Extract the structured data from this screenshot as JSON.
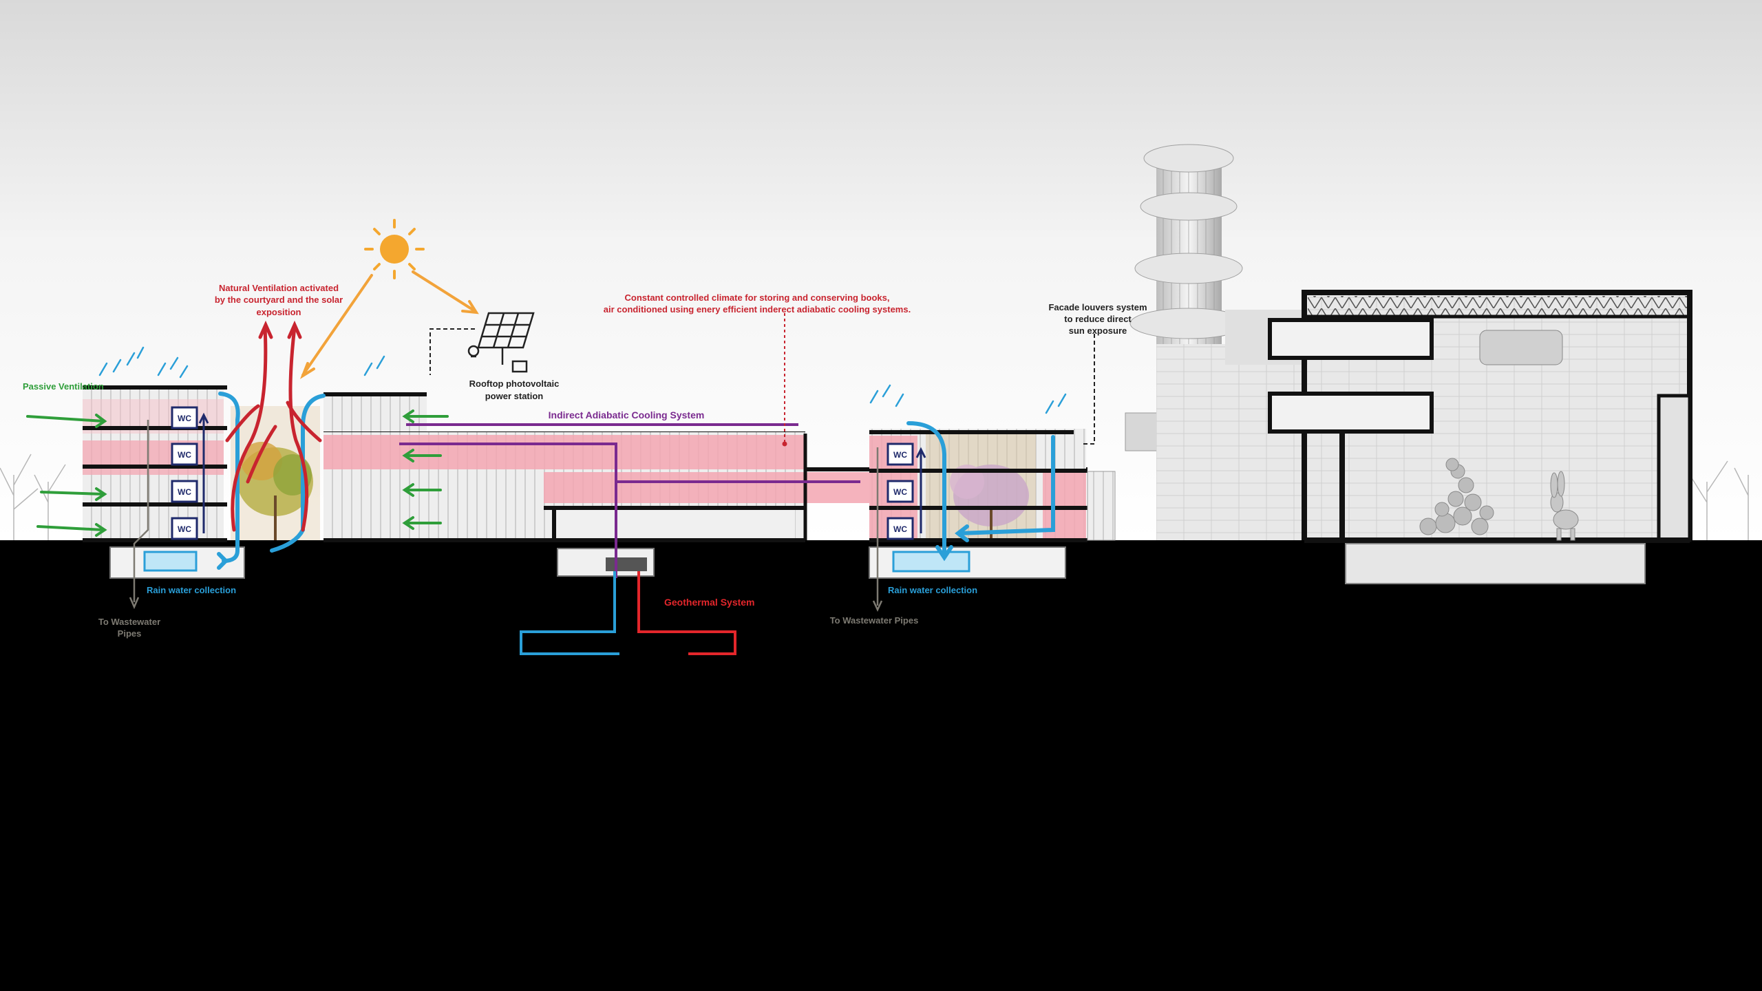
{
  "colors": {
    "ventilation_red": "#c8242f",
    "passive_green": "#2f9e3a",
    "rain_blue": "#2a9fd8",
    "cooling_purple": "#7a2a8f",
    "geothermal_red": "#e3262b",
    "solar_orange": "#f2a33a",
    "climate_pink": "#f3a6b1",
    "wastewater_gray": "#7d7a72",
    "ground": "#000000"
  },
  "labels": {
    "natural_ventilation": [
      "Natural Ventilation activated",
      "by the courtyard and the solar",
      "exposition"
    ],
    "passive_ventilation": "Passive Ventilation",
    "rooftop_pv": [
      "Rooftop photovoltaic",
      "power station"
    ],
    "climate_control": [
      "Constant controlled climate for storing and conserving books,",
      "air conditioned using enery efficient inderect adiabatic cooling systems."
    ],
    "indirect_cooling": "Indirect Adiabatic Cooling System",
    "facade_louvers": [
      "Facade louvers system",
      "to reduce direct",
      "sun exposure"
    ],
    "rain_collection_left": "Rain water collection",
    "rain_collection_right": "Rain water collection",
    "wastewater_left": [
      "To Wastewater",
      "Pipes"
    ],
    "wastewater_right": "To Wastewater Pipes",
    "geothermal": "Geothermal System",
    "wc": "WC"
  },
  "icons": [
    "sun-icon",
    "solar-panel-icon",
    "rain-icon",
    "tree-icon",
    "tower-icon",
    "sculpture-icon"
  ]
}
